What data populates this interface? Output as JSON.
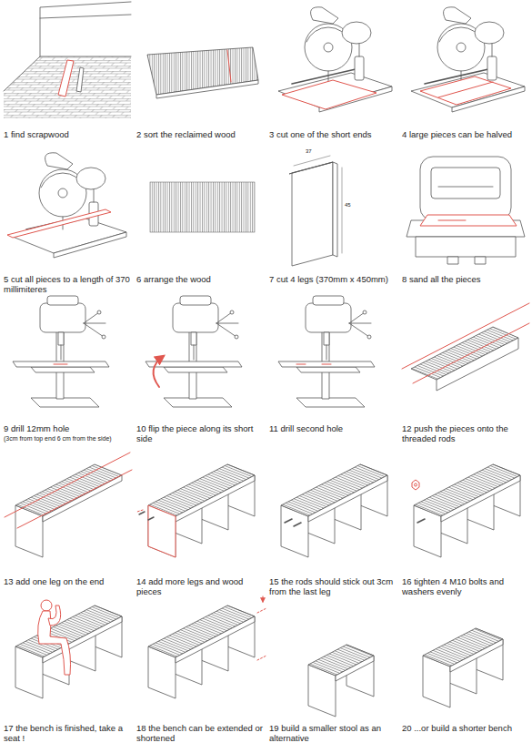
{
  "diagram": {
    "labels": [
      "1 find scrapwood",
      "2 sort the reclaimed wood",
      "3 cut one of the short ends",
      "4 large pieces can be halved",
      "5 cut all pieces to a length of 370 millimiteres",
      "6 arrange the wood",
      "7 cut 4 legs (370mm x 450mm)",
      "37",
      "45",
      "8 sand all the pieces",
      "9 drill 12mm hole",
      "(3cm from top end 6 cm from the side)",
      "10 flip the piece along its short side",
      "11 drill second hole",
      "12 push the pieces onto the threaded rods",
      "13 add one leg on the end",
      "14 add more legs and wood pieces",
      "15 the rods should stick out 3cm from the last leg",
      "16 tighten 4 M10 bolts and washers evenly",
      "17 the bench is finished, take a seat !",
      "18 the bench can be extended or shortened",
      "19 build a smaller stool as an alternative",
      "20 ...or build a shorter bench"
    ]
  }
}
